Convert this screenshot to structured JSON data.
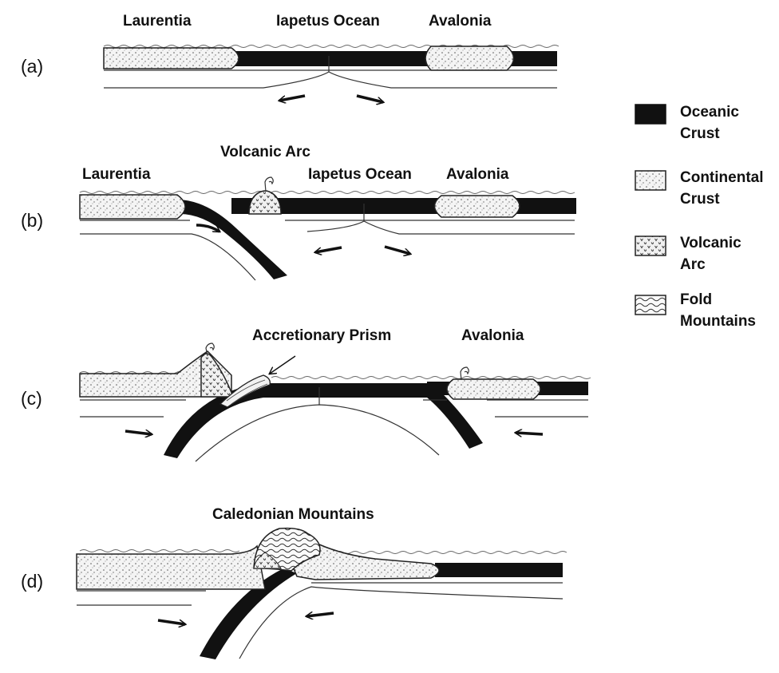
{
  "panels": {
    "a": {
      "tag": "(a)",
      "labels": {
        "laurentia": "Laurentia",
        "ocean": "Iapetus Ocean",
        "avalonia": "Avalonia"
      }
    },
    "b": {
      "tag": "(b)",
      "labels": {
        "laurentia": "Laurentia",
        "arc": "Volcanic Arc",
        "ocean": "Iapetus Ocean",
        "avalonia": "Avalonia"
      }
    },
    "c": {
      "tag": "(c)",
      "labels": {
        "prism": "Accretionary Prism",
        "avalonia": "Avalonia"
      }
    },
    "d": {
      "tag": "(d)",
      "labels": {
        "mountains": "Caledonian Mountains"
      }
    }
  },
  "legend": [
    {
      "pattern": "oceanic-crust",
      "label": "Oceanic\nCrust"
    },
    {
      "pattern": "continental-crust",
      "label": "Continental\nCrust"
    },
    {
      "pattern": "volcanic-arc",
      "label": "Volcanic\nArc"
    },
    {
      "pattern": "fold-mountains",
      "label": "Fold\nMountains"
    }
  ]
}
